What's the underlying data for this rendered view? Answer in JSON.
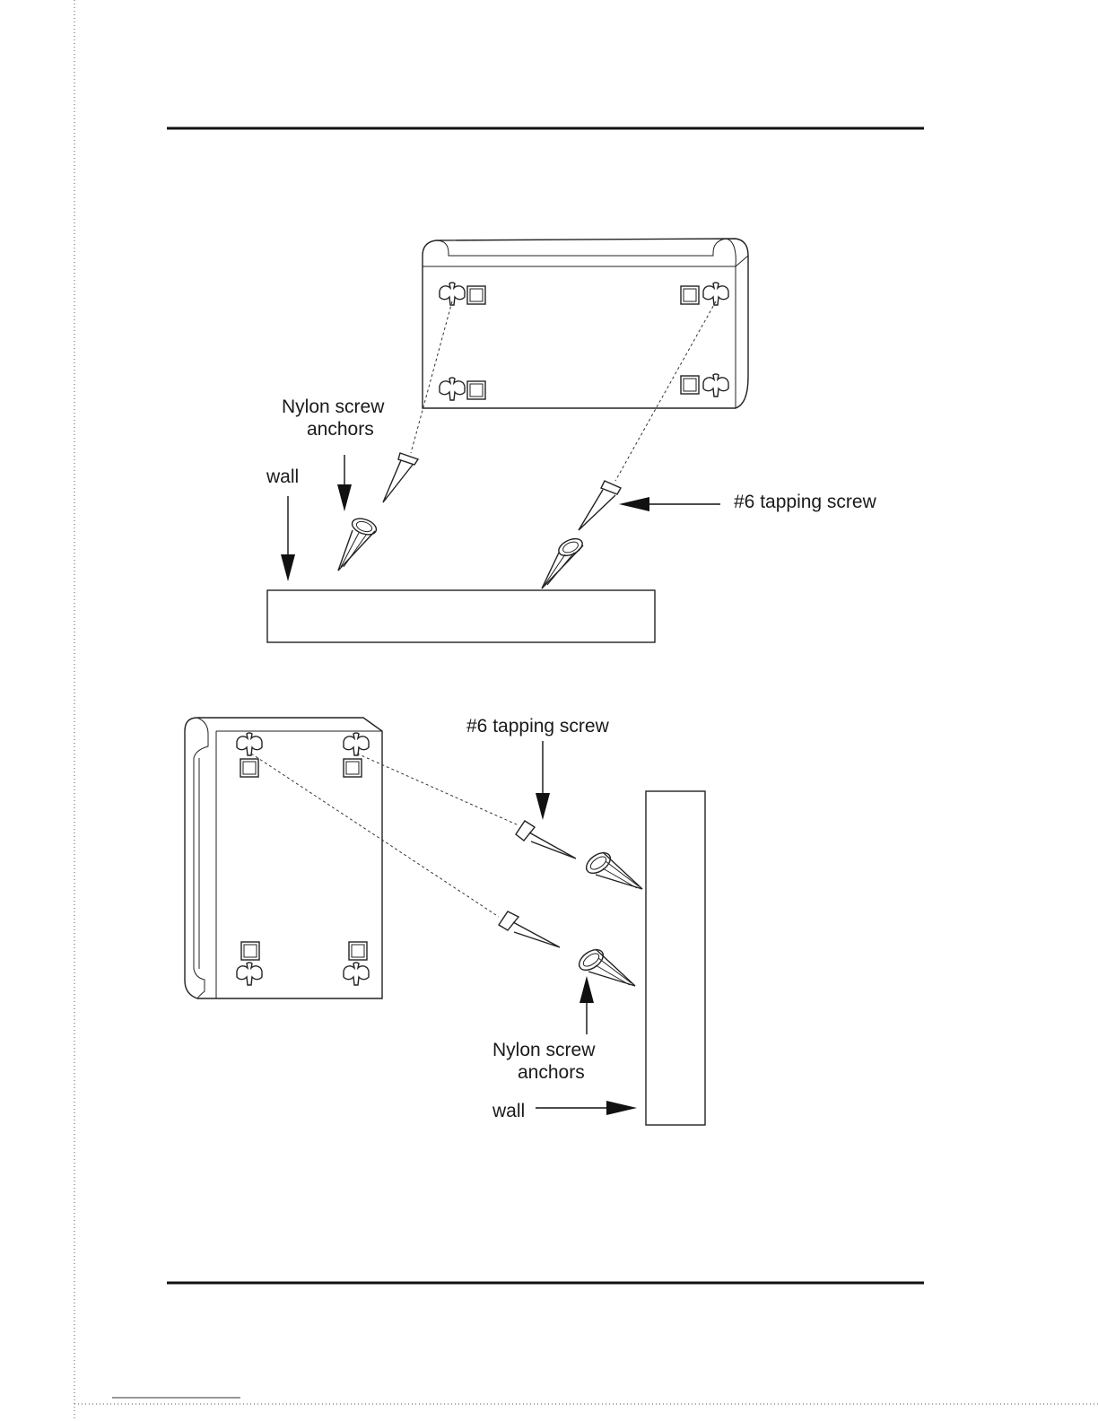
{
  "figure_top": {
    "label_anchors_line1": "Nylon screw",
    "label_anchors_line2": "anchors",
    "label_wall": "wall",
    "label_screw": "#6 tapping screw"
  },
  "figure_bottom": {
    "label_screw": "#6 tapping screw",
    "label_anchors_line1": "Nylon screw",
    "label_anchors_line2": "anchors",
    "label_wall": "wall"
  }
}
